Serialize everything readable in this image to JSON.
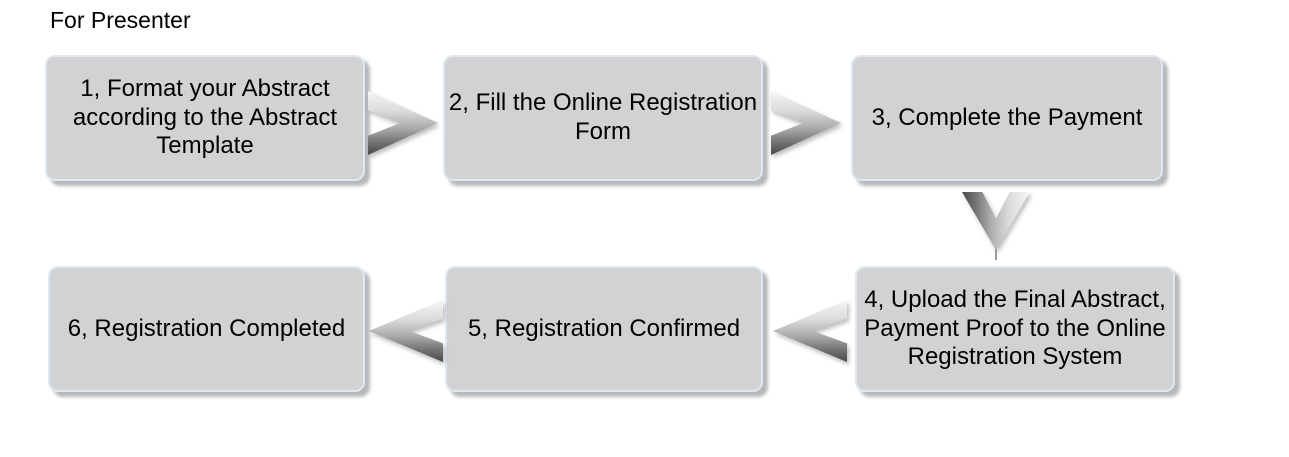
{
  "page": {
    "title": "For Presenter",
    "background": "#ffffff"
  },
  "colors": {
    "box_fill": "#d2d2d4",
    "box_border": "#dfe8f1",
    "box_shadow": "#7d7d7d",
    "arrow_gradient_light": "#f6f6f6",
    "arrow_gradient_dark": "#4a4a4a",
    "text": "#000000"
  },
  "flow": {
    "steps": [
      {
        "label": "1, Format your Abstract according to the Abstract Template"
      },
      {
        "label": "2, Fill the Online Registration Form"
      },
      {
        "label": "3, Complete the Payment"
      },
      {
        "label": "4, Upload the Final Abstract, Payment Proof to the Online Registration System"
      },
      {
        "label": "5, Registration Confirmed"
      },
      {
        "label": "6, Registration Completed"
      }
    ],
    "arrows": [
      {
        "from": 1,
        "to": 2,
        "direction": "right"
      },
      {
        "from": 2,
        "to": 3,
        "direction": "right"
      },
      {
        "from": 3,
        "to": 4,
        "direction": "down"
      },
      {
        "from": 4,
        "to": 5,
        "direction": "left"
      },
      {
        "from": 5,
        "to": 6,
        "direction": "left"
      }
    ]
  }
}
